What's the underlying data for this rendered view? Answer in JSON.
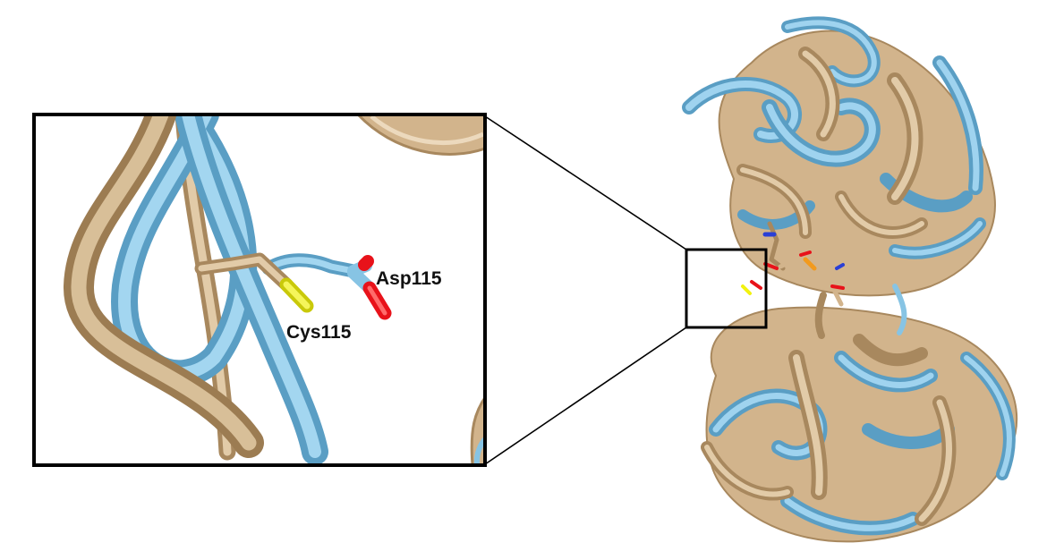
{
  "labels": {
    "asp": "Asp115",
    "cys": "Cys115"
  },
  "colors": {
    "background": "#ffffff",
    "structure_a": "#d2b48c",
    "structure_a_shade": "#a8885e",
    "structure_b": "#87c4e4",
    "structure_b_shade": "#5a9ec4",
    "oxygen": "#e8121a",
    "sulfur": "#f2f20f",
    "nitrogen": "#2a3fd6",
    "phosphorus": "#f29a1e",
    "frame": "#000000"
  },
  "icons": {
    "inset": "zoom-inset-panel",
    "full_structure": "protein-ribbon-structure",
    "ligand": "cofactor-stick-model"
  }
}
